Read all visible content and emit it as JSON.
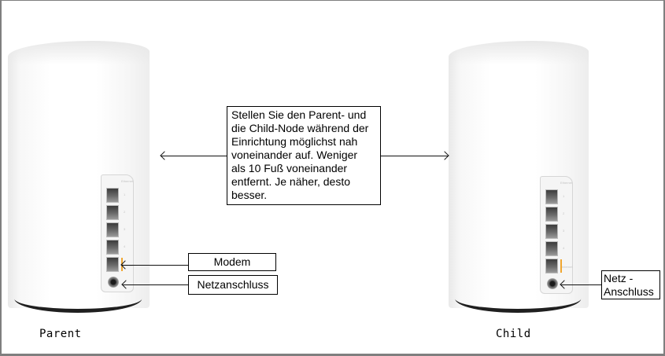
{
  "diagram": {
    "type": "setup-placement-illustration",
    "background": "#ffffff",
    "border_color": "#7f7f7f",
    "accent_color": "#f0a630"
  },
  "main_callout": {
    "text": "Stellen Sie den Parent- und\ndie Child-Node während der\nEinrichtung möglichst nah\nvoneinander auf. Weniger\nals 10 Fuß voneinander\nentfernt. Je näher, desto\nbesser."
  },
  "parent": {
    "caption": "Parent",
    "port_panel": {
      "header": "Ethernet",
      "ports": [
        "1",
        "2",
        "3",
        "4"
      ],
      "wan_label": "Internet"
    },
    "callouts": {
      "modem": "Modem",
      "power": "Netzanschluss"
    }
  },
  "child": {
    "caption": "Child",
    "port_panel": {
      "header": "Ethernet",
      "ports": [
        "1",
        "2",
        "3",
        "4"
      ],
      "wan_label": "Internet"
    },
    "callouts": {
      "power": "Netz -\nAnschluss"
    }
  },
  "icons": {
    "arrow_to_parent": "arrow-left-icon",
    "arrow_to_child": "arrow-right-icon"
  }
}
